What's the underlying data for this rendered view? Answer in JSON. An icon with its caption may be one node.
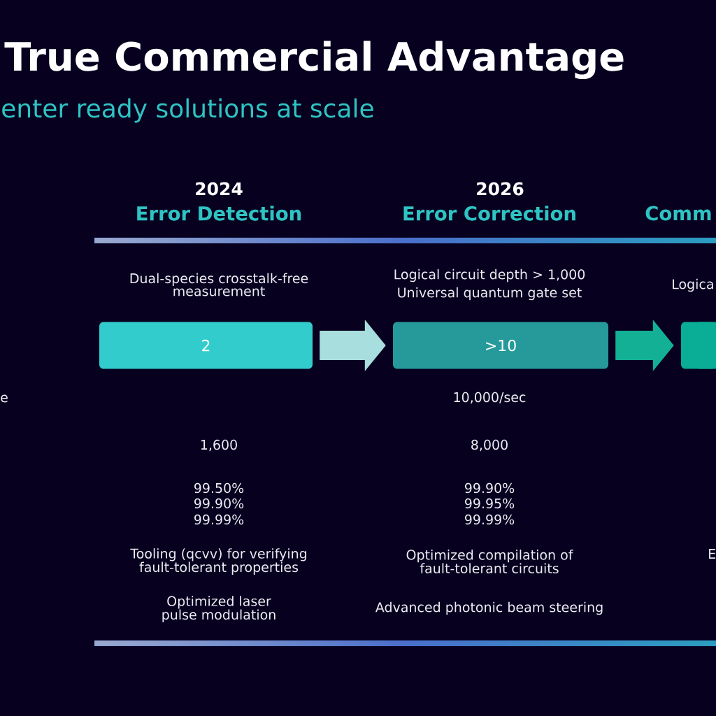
{
  "diagram": {
    "title": "True Commercial Advantage",
    "nodes": [
      {
        "text": [
          "2"
        ]
      },
      {
        "text": [
          ">10"
        ]
      },
      {
        "text": [],
        "shape": "box"
      }
    ],
    "edges": [
      {
        "from": 0,
        "to": 1,
        "arrow": "to",
        "color": "#a8dede"
      },
      {
        "from": 1,
        "to": 2,
        "arrow": "to",
        "color": "#13b096"
      }
    ],
    "labels": [
      "enter ready solutions at scale",
      "2024",
      "2026",
      "Error Detection",
      "Error Correction",
      "Comm",
      "Dual-species crosstalk-free measurement",
      "Logical circuit depth > 1,000",
      "Universal quantum gate set",
      "Logica",
      "e",
      "10,000/sec",
      "1,600",
      "8,000",
      "99.50%",
      "99.90%",
      "99.90%",
      "99.95%",
      "99.99%",
      "99.99%",
      "Tooling (qcvv) for verifying fault-tolerant properties",
      "Optimized compilation of fault-tolerant circuits",
      "E",
      "Optimized laser pulse modulation",
      "Advanced photonic beam steering"
    ]
  }
}
